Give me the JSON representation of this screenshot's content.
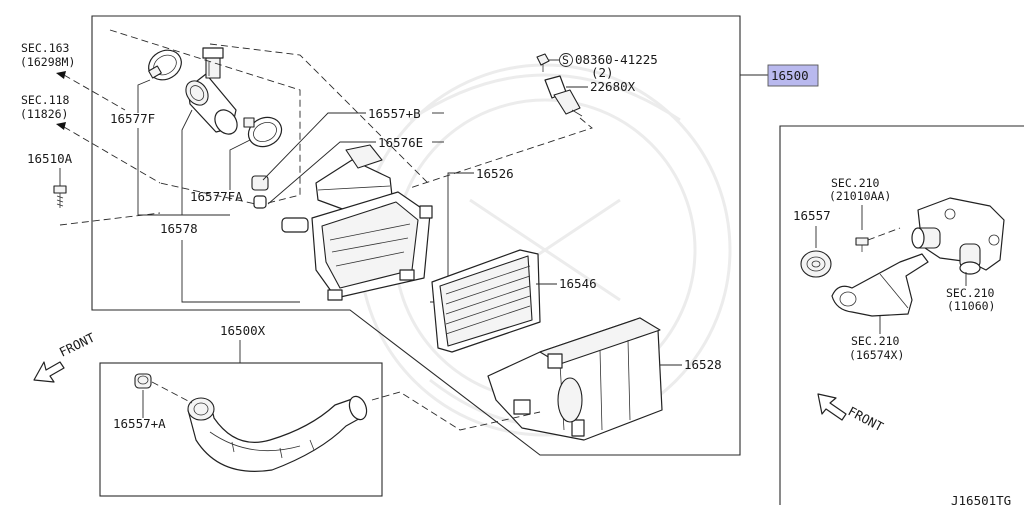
{
  "diagram": {
    "reference_code": "J16501TG",
    "highlight_color": "#b9b9ee",
    "main_assembly": {
      "part_no": "16500"
    },
    "callouts": {
      "sec163": {
        "line1": "SEC.163",
        "line2": "(16298M)"
      },
      "sec118": {
        "line1": "SEC.118",
        "line2": "(11826)"
      },
      "p16510A": "16510A",
      "p16577F": "16577F",
      "p16577FA": "16577FA",
      "p16578": "16578",
      "p16557B": "16557+B",
      "p16576E": "16576E",
      "p16526": "16526",
      "bolt": {
        "line1": "08360-41225",
        "line2": "(2)",
        "symbol": "S"
      },
      "p22680X": "22680X",
      "p16546": "16546",
      "p16528": "16528",
      "p16500X": "16500X",
      "p16557A": "16557+A",
      "front_left": "FRONT",
      "front_right": "FRONT",
      "p16557": "16557",
      "sec210a": {
        "line1": "SEC.210",
        "line2": "(21010AA)"
      },
      "sec210b": {
        "line1": "SEC.210",
        "line2": "(11060)"
      },
      "sec210c": {
        "line1": "SEC.210",
        "line2": "(16574X)"
      }
    }
  }
}
